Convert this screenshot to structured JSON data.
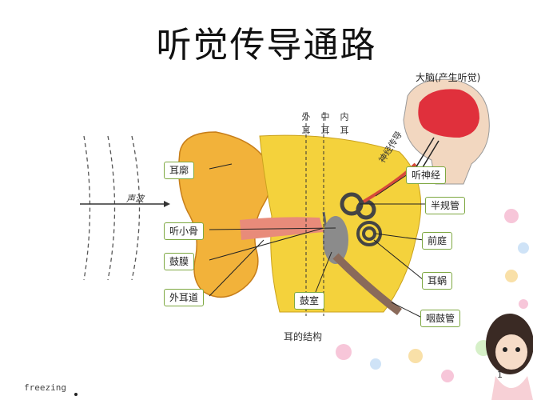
{
  "title": "听觉传导通路",
  "top_labels": [
    "外耳",
    "中耳",
    "内耳"
  ],
  "brain_label": "大脑(产生听觉)",
  "sound_wave_label": "声波",
  "nerve_pathway_label": "神经传导",
  "left_labels": [
    "耳廓",
    "听小骨",
    "鼓膜",
    "外耳道"
  ],
  "bottom_label": "鼓室",
  "right_labels": [
    "听神经",
    "半规管",
    "前庭",
    "耳蜗",
    "咽鼓管"
  ],
  "caption": "耳的结构",
  "brand": "freezing",
  "page_number": "1",
  "colors": {
    "ear_skin": "#f2b23a",
    "bone": "#f4d23c",
    "brain": "#e0303c",
    "label_border": "#7ea842"
  }
}
